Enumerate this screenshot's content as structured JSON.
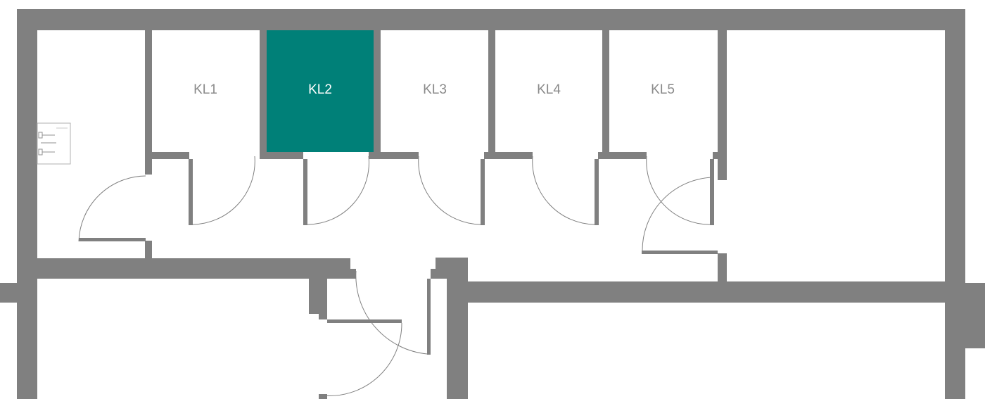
{
  "floorplan": {
    "colors": {
      "wall": "#808080",
      "highlight": "#008078",
      "label": "#8a8a8a",
      "label_highlight": "#ffffff",
      "background": "#ffffff"
    },
    "rooms": [
      {
        "id": "kl1",
        "label": "KL1",
        "selected": false
      },
      {
        "id": "kl2",
        "label": "KL2",
        "selected": true
      },
      {
        "id": "kl3",
        "label": "KL3",
        "selected": false
      },
      {
        "id": "kl4",
        "label": "KL4",
        "selected": false
      },
      {
        "id": "kl5",
        "label": "KL5",
        "selected": false
      }
    ]
  }
}
